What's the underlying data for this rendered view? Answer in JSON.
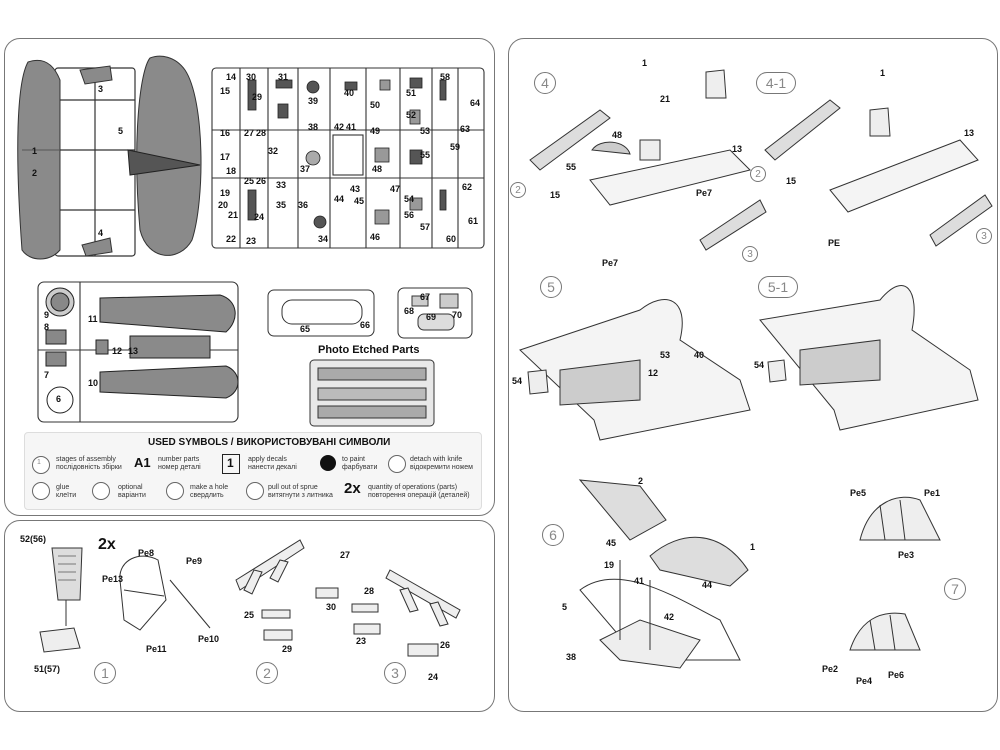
{
  "sprue": {
    "numbers_a": [
      "1",
      "2",
      "3",
      "4",
      "5"
    ],
    "numbers_b": [
      "14",
      "15",
      "16",
      "17",
      "18",
      "19",
      "20",
      "21",
      "22",
      "23",
      "24",
      "25",
      "26",
      "27",
      "28",
      "29",
      "30",
      "31",
      "32",
      "33",
      "34",
      "35",
      "36",
      "37",
      "38",
      "39",
      "40",
      "41",
      "42",
      "43",
      "44",
      "45",
      "46",
      "47",
      "48",
      "49",
      "50",
      "51",
      "52",
      "53",
      "54",
      "55",
      "56",
      "57",
      "58",
      "59",
      "60",
      "61",
      "62",
      "63",
      "64"
    ],
    "numbers_c": [
      "6",
      "7",
      "8",
      "9",
      "10",
      "11",
      "12",
      "13"
    ],
    "numbers_d": [
      "65",
      "66",
      "67",
      "68",
      "69",
      "70"
    ]
  },
  "photo_etched_title": "Photo Etched Parts",
  "legend": {
    "title": "USED SYMBOLS / ВИКОРИСТОВУВАНІ СИМВОЛИ",
    "items": [
      {
        "symbol": "1",
        "en": "stages of assembly",
        "ua": "послідовність збірки"
      },
      {
        "symbol": "A1",
        "en": "number parts",
        "ua": "номер деталі"
      },
      {
        "symbol": "1",
        "en": "apply decals",
        "ua": "нанести декалі"
      },
      {
        "symbol": "",
        "en": "to paint",
        "ua": "фарбувати"
      },
      {
        "symbol": "",
        "en": "detach with knife",
        "ua": "відокремити ножем"
      },
      {
        "symbol": "",
        "en": "glue",
        "ua": "клеїти"
      },
      {
        "symbol": "",
        "en": "optional",
        "ua": "варіанти"
      },
      {
        "symbol": "",
        "en": "make a hole",
        "ua": "свердлить"
      },
      {
        "symbol": "",
        "en": "pull out of sprue",
        "ua": "витягнути з литника"
      },
      {
        "symbol": "2x",
        "en": "quantity of operations (parts)",
        "ua": "повторення операцій (деталей)"
      }
    ]
  },
  "steps": {
    "s1": {
      "num": "1",
      "multiplier": "2x",
      "parts": [
        "52(56)",
        "51(57)",
        "Pe8",
        "Pe9",
        "Pe13",
        "Pe11",
        "Pe10"
      ]
    },
    "s2": {
      "num": "2",
      "parts": [
        "27",
        "25",
        "30",
        "29"
      ]
    },
    "s3": {
      "num": "3",
      "parts": [
        "28",
        "23",
        "26",
        "24"
      ]
    },
    "s4": {
      "num": "4",
      "parts": [
        "1",
        "21",
        "48",
        "55",
        "13",
        "Pe7",
        "15",
        "Pe7",
        "2",
        "3"
      ]
    },
    "s41": {
      "num": "4-1",
      "parts": [
        "1",
        "13",
        "2",
        "15",
        "PE",
        "3"
      ]
    },
    "s5": {
      "num": "5",
      "parts": [
        "53",
        "40",
        "54",
        "12"
      ]
    },
    "s51": {
      "num": "5-1",
      "parts": [
        "54"
      ]
    },
    "s6": {
      "num": "6",
      "parts": [
        "2",
        "1",
        "45",
        "19",
        "41",
        "44",
        "42",
        "5",
        "38"
      ]
    },
    "s7": {
      "num": "7",
      "parts": [
        "Pe5",
        "Pe1",
        "Pe3",
        "Pe2",
        "Pe4",
        "Pe6"
      ]
    }
  }
}
